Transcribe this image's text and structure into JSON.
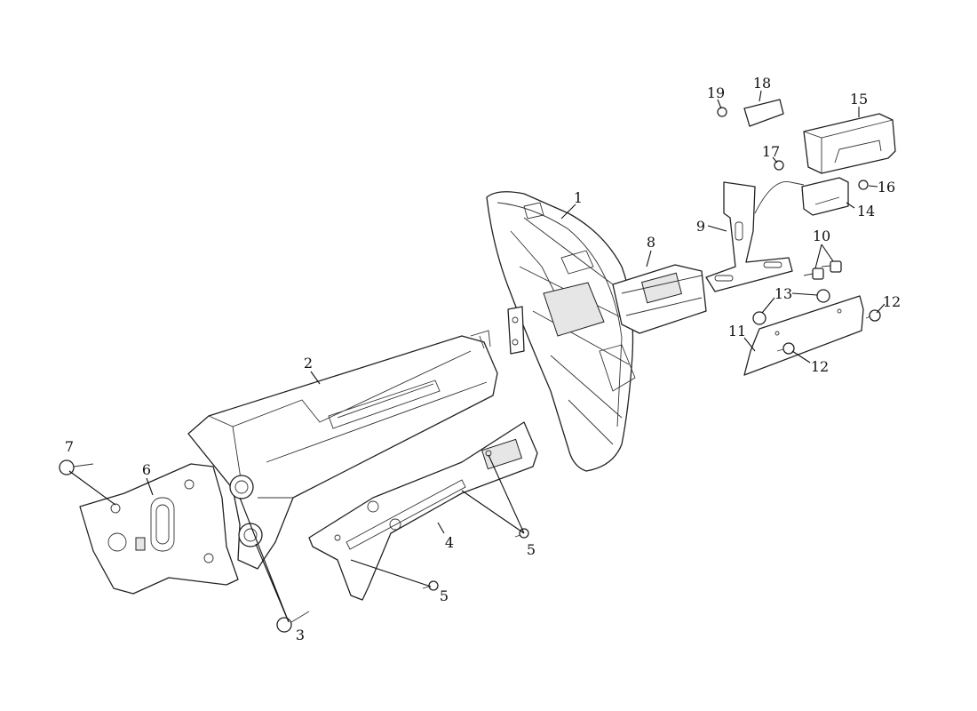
{
  "diagram": {
    "type": "exploded-parts-view",
    "callouts": [
      "1",
      "2",
      "3",
      "4",
      "5",
      "5",
      "6",
      "7",
      "8",
      "9",
      "10",
      "11",
      "12",
      "12",
      "13",
      "14",
      "15",
      "16",
      "17",
      "18",
      "19"
    ]
  }
}
